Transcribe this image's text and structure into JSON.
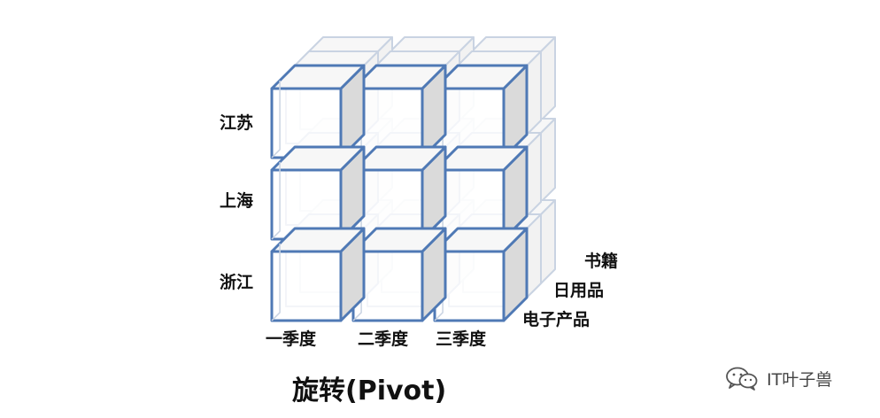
{
  "diagram": {
    "title": "旋转(Pivot)",
    "row_labels": [
      "江苏",
      "上海",
      "浙江"
    ],
    "column_labels": [
      "一季度",
      "二季度",
      "三季度"
    ],
    "depth_labels": [
      "书籍",
      "日用品",
      "电子产品"
    ],
    "colors": {
      "edge": "#4f79b5",
      "face_front": "#ffffff",
      "face_top": "#f7f7f7",
      "face_side": "#dadada",
      "inner_line": "#c9d3e2"
    }
  },
  "watermark": {
    "icon": "wechat-icon",
    "text": "IT叶子兽"
  }
}
